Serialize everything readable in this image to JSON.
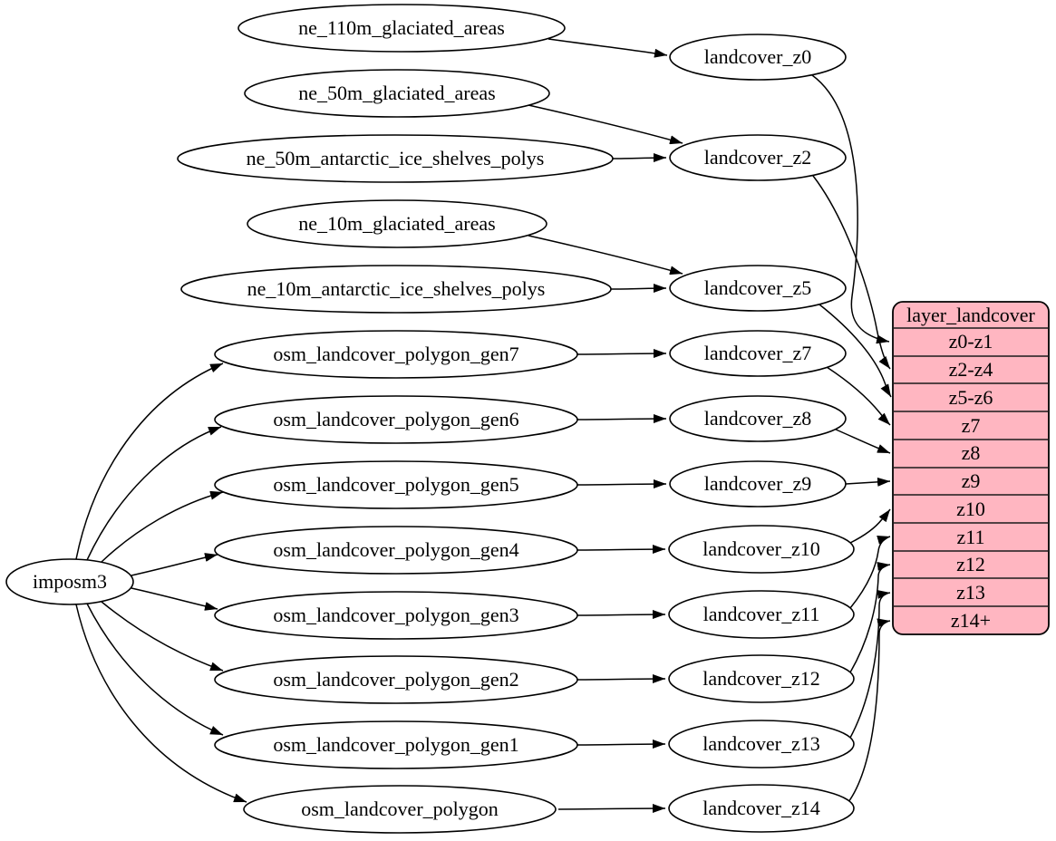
{
  "graph": {
    "type": "graphviz-digraph",
    "rankdir": "LR",
    "colors": {
      "background": "#ffffff",
      "node_fill": "#ffffff",
      "node_stroke": "#000000",
      "edge": "#000000",
      "record_fill": "#ffb6c1"
    },
    "nodes": {
      "imposm3": {
        "label": "imposm3"
      },
      "ne_110m_glaciated_areas": {
        "label": "ne_110m_glaciated_areas"
      },
      "ne_50m_glaciated_areas": {
        "label": "ne_50m_glaciated_areas"
      },
      "ne_50m_antarctic_ice_shelves_polys": {
        "label": "ne_50m_antarctic_ice_shelves_polys"
      },
      "ne_10m_glaciated_areas": {
        "label": "ne_10m_glaciated_areas"
      },
      "ne_10m_antarctic_ice_shelves_polys": {
        "label": "ne_10m_antarctic_ice_shelves_polys"
      },
      "osm_landcover_polygon_gen7": {
        "label": "osm_landcover_polygon_gen7"
      },
      "osm_landcover_polygon_gen6": {
        "label": "osm_landcover_polygon_gen6"
      },
      "osm_landcover_polygon_gen5": {
        "label": "osm_landcover_polygon_gen5"
      },
      "osm_landcover_polygon_gen4": {
        "label": "osm_landcover_polygon_gen4"
      },
      "osm_landcover_polygon_gen3": {
        "label": "osm_landcover_polygon_gen3"
      },
      "osm_landcover_polygon_gen2": {
        "label": "osm_landcover_polygon_gen2"
      },
      "osm_landcover_polygon_gen1": {
        "label": "osm_landcover_polygon_gen1"
      },
      "osm_landcover_polygon": {
        "label": "osm_landcover_polygon"
      },
      "landcover_z0": {
        "label": "landcover_z0"
      },
      "landcover_z2": {
        "label": "landcover_z2"
      },
      "landcover_z5": {
        "label": "landcover_z5"
      },
      "landcover_z7": {
        "label": "landcover_z7"
      },
      "landcover_z8": {
        "label": "landcover_z8"
      },
      "landcover_z9": {
        "label": "landcover_z9"
      },
      "landcover_z10": {
        "label": "landcover_z10"
      },
      "landcover_z11": {
        "label": "landcover_z11"
      },
      "landcover_z12": {
        "label": "landcover_z12"
      },
      "landcover_z13": {
        "label": "landcover_z13"
      },
      "landcover_z14": {
        "label": "landcover_z14"
      }
    },
    "record": {
      "title": "layer_landcover",
      "fill": "#ffb6c1",
      "rows": [
        "z0-z1",
        "z2-z4",
        "z5-z6",
        "z7",
        "z8",
        "z9",
        "z10",
        "z11",
        "z12",
        "z13",
        "z14+"
      ]
    },
    "edges": [
      {
        "from": "imposm3",
        "to": "osm_landcover_polygon_gen7"
      },
      {
        "from": "imposm3",
        "to": "osm_landcover_polygon_gen6"
      },
      {
        "from": "imposm3",
        "to": "osm_landcover_polygon_gen5"
      },
      {
        "from": "imposm3",
        "to": "osm_landcover_polygon_gen4"
      },
      {
        "from": "imposm3",
        "to": "osm_landcover_polygon_gen3"
      },
      {
        "from": "imposm3",
        "to": "osm_landcover_polygon_gen2"
      },
      {
        "from": "imposm3",
        "to": "osm_landcover_polygon_gen1"
      },
      {
        "from": "imposm3",
        "to": "osm_landcover_polygon"
      },
      {
        "from": "ne_110m_glaciated_areas",
        "to": "landcover_z0"
      },
      {
        "from": "ne_50m_glaciated_areas",
        "to": "landcover_z2"
      },
      {
        "from": "ne_50m_antarctic_ice_shelves_polys",
        "to": "landcover_z2"
      },
      {
        "from": "ne_10m_glaciated_areas",
        "to": "landcover_z5"
      },
      {
        "from": "ne_10m_antarctic_ice_shelves_polys",
        "to": "landcover_z5"
      },
      {
        "from": "osm_landcover_polygon_gen7",
        "to": "landcover_z7"
      },
      {
        "from": "osm_landcover_polygon_gen6",
        "to": "landcover_z8"
      },
      {
        "from": "osm_landcover_polygon_gen5",
        "to": "landcover_z9"
      },
      {
        "from": "osm_landcover_polygon_gen4",
        "to": "landcover_z10"
      },
      {
        "from": "osm_landcover_polygon_gen3",
        "to": "landcover_z11"
      },
      {
        "from": "osm_landcover_polygon_gen2",
        "to": "landcover_z12"
      },
      {
        "from": "osm_landcover_polygon_gen1",
        "to": "landcover_z13"
      },
      {
        "from": "osm_landcover_polygon",
        "to": "landcover_z14"
      },
      {
        "from": "landcover_z0",
        "to": "layer_landcover",
        "row": "z0-z1"
      },
      {
        "from": "landcover_z2",
        "to": "layer_landcover",
        "row": "z2-z4"
      },
      {
        "from": "landcover_z5",
        "to": "layer_landcover",
        "row": "z5-z6"
      },
      {
        "from": "landcover_z7",
        "to": "layer_landcover",
        "row": "z7"
      },
      {
        "from": "landcover_z8",
        "to": "layer_landcover",
        "row": "z8"
      },
      {
        "from": "landcover_z9",
        "to": "layer_landcover",
        "row": "z9"
      },
      {
        "from": "landcover_z10",
        "to": "layer_landcover",
        "row": "z10"
      },
      {
        "from": "landcover_z11",
        "to": "layer_landcover",
        "row": "z11"
      },
      {
        "from": "landcover_z12",
        "to": "layer_landcover",
        "row": "z12"
      },
      {
        "from": "landcover_z13",
        "to": "layer_landcover",
        "row": "z13"
      },
      {
        "from": "landcover_z14",
        "to": "layer_landcover",
        "row": "z14+"
      }
    ]
  }
}
